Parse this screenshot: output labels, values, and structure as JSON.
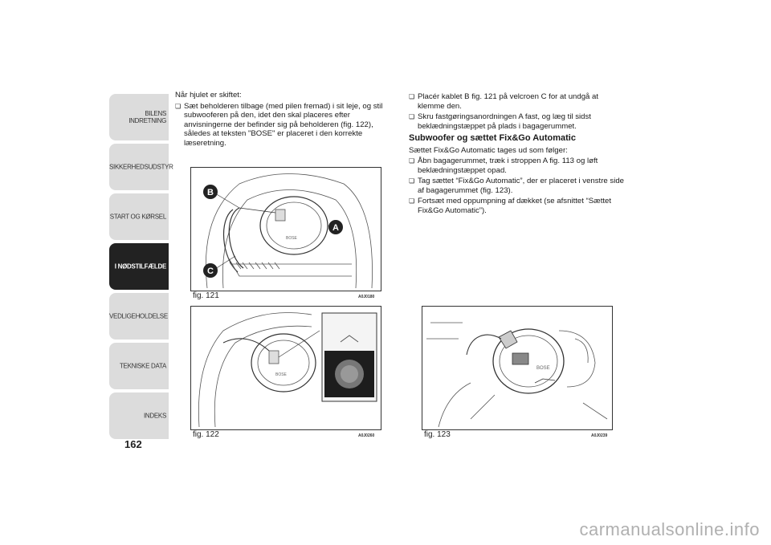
{
  "sidebar": {
    "tabs": [
      {
        "label": "BILENS INDRETNING"
      },
      {
        "label": "SIKKERHEDSUDSTYR"
      },
      {
        "label": "START OG KØRSEL"
      },
      {
        "label": "I NØDSTILFÆLDE"
      },
      {
        "label": "VEDLIGEHOLDELSE"
      },
      {
        "label": "TEKNISKE DATA"
      },
      {
        "label": "INDEKS"
      }
    ],
    "page_number": "162"
  },
  "left_column": {
    "intro": "Når hjulet er skiftet:",
    "bullet1": "Sæt beholderen tilbage (med pilen fremad) i sit leje, og stil subwooferen på den, idet den skal placeres efter anvisningerne der befinder sig på beholderen (fig. 122), således at teksten \"BOSE\" er placeret i den korrekte læseretning."
  },
  "right_column": {
    "bullet1": "Placér kablet B fig. 121 på velcroen C for at undgå at klemme den.",
    "bullet2": "Skru fastgøringsanordningen A fast, og læg til sidst beklædningstæppet på plads i bagagerummet.",
    "heading": "Subwoofer og sættet Fix&Go Automatic",
    "intro": "Sættet Fix&Go Automatic tages ud som følger:",
    "bullet3": "Åbn bagagerummet, træk i stroppen A fig. 113 og løft beklædningstæppet opad.",
    "bullet4": "Tag sættet “Fix&Go Automatic”, der er placeret i venstre side af bagagerummet (fig. 123).",
    "bullet5": "Fortsæt med oppumpning af dækket (se afsnittet “Sættet Fix&Go Automatic”)."
  },
  "figures": {
    "fig121": {
      "caption": "fig. 121",
      "code": "A0J0180",
      "label_a": "A",
      "label_b": "B",
      "label_c": "C"
    },
    "fig122": {
      "caption": "fig. 122",
      "code": "A0J0260"
    },
    "fig123": {
      "caption": "fig. 123",
      "code": "A0J0239"
    }
  },
  "watermark": "carmanualsonline.info"
}
